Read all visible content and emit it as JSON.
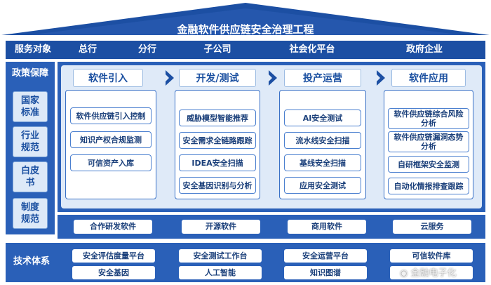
{
  "title": "金融软件供应链安全治理工程",
  "service": {
    "label": "服务对象",
    "targets": [
      "总行",
      "分行",
      "子公司",
      "社会化平台",
      "政府企业"
    ]
  },
  "policy": {
    "label": "政策保障",
    "items": [
      "国家\n标准",
      "行业\n规范",
      "白皮\n书",
      "制度\n规范"
    ]
  },
  "stages": [
    {
      "title": "软件引入",
      "items": [
        "软件供应链引入控制",
        "知识产权合规监测",
        "可信资产入库"
      ]
    },
    {
      "title": "开发/测试",
      "items": [
        "威胁模型智能推荐",
        "安全需求全链路跟踪",
        "IDEA安全扫描",
        "安全基因识别与分析"
      ]
    },
    {
      "title": "投产运营",
      "items": [
        "AI安全测试",
        "流水线安全扫描",
        "基线安全扫描",
        "应用安全测试"
      ]
    },
    {
      "title": "软件应用",
      "items": [
        "软件供应链综合风险\n分析",
        "软件供应链漏洞态势\n分析",
        "自研框架安全监测",
        "自动化情报排查跟踪"
      ]
    }
  ],
  "foundation": [
    "合作研发软件",
    "开源软件",
    "商用软件",
    "云服务"
  ],
  "tech": {
    "label": "技术体系",
    "row1": [
      "安全评估度量平台",
      "安全测试工作台",
      "安全运营平台",
      "可信软件库"
    ],
    "row2": [
      "安全基因",
      "人工智能",
      "知识图谱",
      ""
    ]
  },
  "watermark": "金融电子化",
  "colors": {
    "primary": "#1c4fa3",
    "band": "#2a60b8",
    "light": "#dfeaf8"
  }
}
